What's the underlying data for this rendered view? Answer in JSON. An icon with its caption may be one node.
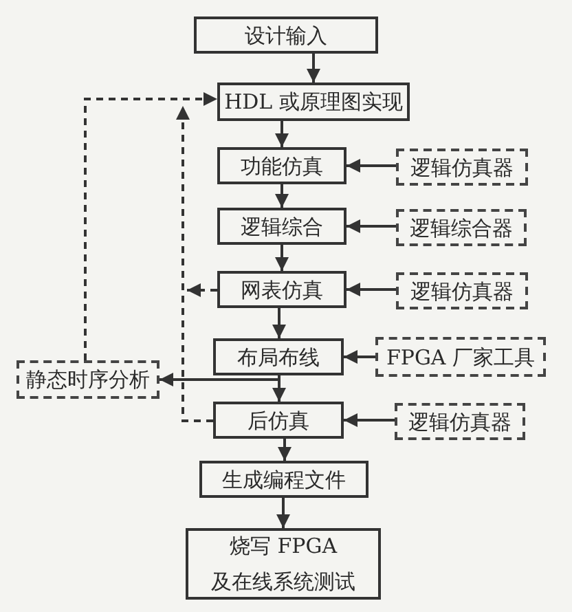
{
  "diagram": {
    "nodes": [
      {
        "text": [
          "设计输入"
        ]
      },
      {
        "text": [
          "HDL 或原理图实现"
        ]
      },
      {
        "text": [
          "功能仿真"
        ]
      },
      {
        "text": [
          "逻辑仿真器"
        ]
      },
      {
        "text": [
          "逻辑综合"
        ]
      },
      {
        "text": [
          "逻辑综合器"
        ]
      },
      {
        "text": [
          "网表仿真"
        ]
      },
      {
        "text": [
          "逻辑仿真器"
        ]
      },
      {
        "text": [
          "布局布线"
        ]
      },
      {
        "text": [
          "FPGA 厂家工具"
        ]
      },
      {
        "text": [
          "静态时序分析"
        ]
      },
      {
        "text": [
          "后仿真"
        ]
      },
      {
        "text": [
          "逻辑仿真器"
        ]
      },
      {
        "text": [
          "生成编程文件"
        ]
      },
      {
        "text": [
          "烧写 FPGA 及在线系统测试"
        ]
      }
    ],
    "edges": [
      {
        "from": 0,
        "to": 1,
        "arrow": "to"
      },
      {
        "from": 1,
        "to": 2,
        "arrow": "to"
      },
      {
        "from": 2,
        "to": 4,
        "arrow": "to"
      },
      {
        "from": 4,
        "to": 6,
        "arrow": "to"
      },
      {
        "from": 6,
        "to": 8,
        "arrow": "to"
      },
      {
        "from": 8,
        "to": 11,
        "arrow": "to"
      },
      {
        "from": 11,
        "to": 13,
        "arrow": "to"
      },
      {
        "from": 13,
        "to": 14,
        "arrow": "to"
      },
      {
        "from": 3,
        "to": 2,
        "arrow": "to"
      },
      {
        "from": 5,
        "to": 4,
        "arrow": "to"
      },
      {
        "from": 7,
        "to": 6,
        "arrow": "to"
      },
      {
        "from": 9,
        "to": 8,
        "arrow": "to"
      },
      {
        "from": 12,
        "to": 11,
        "arrow": "to"
      },
      {
        "from": 8,
        "to": 10,
        "arrow": "to"
      },
      {
        "from": 10,
        "to": 1,
        "arrow": "to",
        "style": "dashed"
      },
      {
        "from": 6,
        "to": 1,
        "arrow": "to",
        "style": "dashed"
      },
      {
        "from": 11,
        "to": 1,
        "arrow": "to",
        "style": "dashed"
      }
    ]
  }
}
